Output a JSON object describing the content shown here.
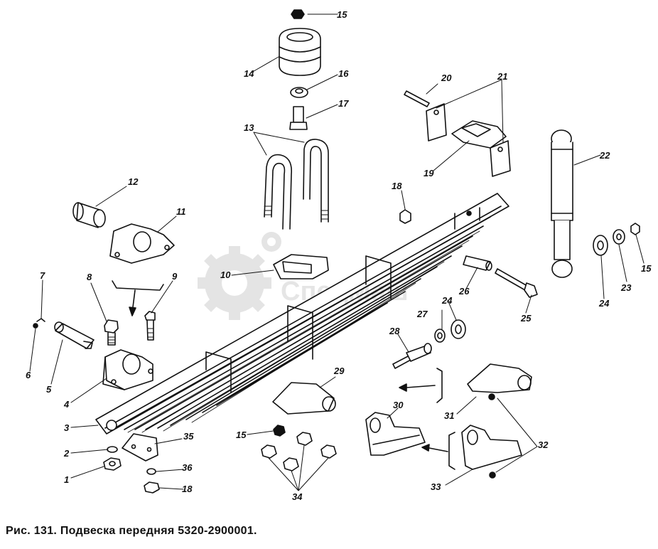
{
  "caption": "Рис. 131. Подвеска передняя 5320-2900001.",
  "watermark": {
    "brand": "СпецМаш",
    "color": "#c8c8c8"
  },
  "callouts": [
    "1",
    "2",
    "3",
    "4",
    "5",
    "6",
    "7",
    "8",
    "9",
    "10",
    "11",
    "12",
    "13",
    "14",
    "15",
    "15",
    "15",
    "16",
    "17",
    "18",
    "18",
    "19",
    "20",
    "21",
    "22",
    "23",
    "24",
    "24",
    "25",
    "26",
    "27",
    "28",
    "29",
    "30",
    "31",
    "32",
    "33",
    "34",
    "35",
    "36"
  ],
  "parts": {
    "leaf_spring": "leaf-spring",
    "shock_absorber": "shock-absorber",
    "bump_stop": "rubber-buffer",
    "u_bolts": "u-bolts",
    "bracket": "spring-bracket",
    "support": "spring-support"
  },
  "colors": {
    "ink": "#111111",
    "paper": "#ffffff"
  }
}
